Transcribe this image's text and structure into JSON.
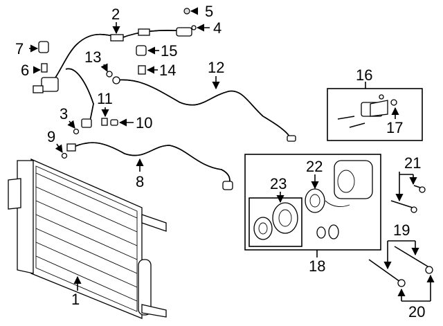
{
  "callouts": {
    "c1": "1",
    "c2": "2",
    "c3": "3",
    "c4": "4",
    "c5": "5",
    "c6": "6",
    "c7": "7",
    "c8": "8",
    "c9": "9",
    "c10": "10",
    "c11": "11",
    "c12": "12",
    "c13": "13",
    "c14": "14",
    "c15": "15",
    "c16": "16",
    "c17": "17",
    "c18": "18",
    "c19": "19",
    "c20": "20",
    "c21": "21",
    "c22": "22",
    "c23": "23"
  },
  "colors": {
    "line": "#000000",
    "fill": "#ffffff",
    "shade": "#dddddd"
  }
}
